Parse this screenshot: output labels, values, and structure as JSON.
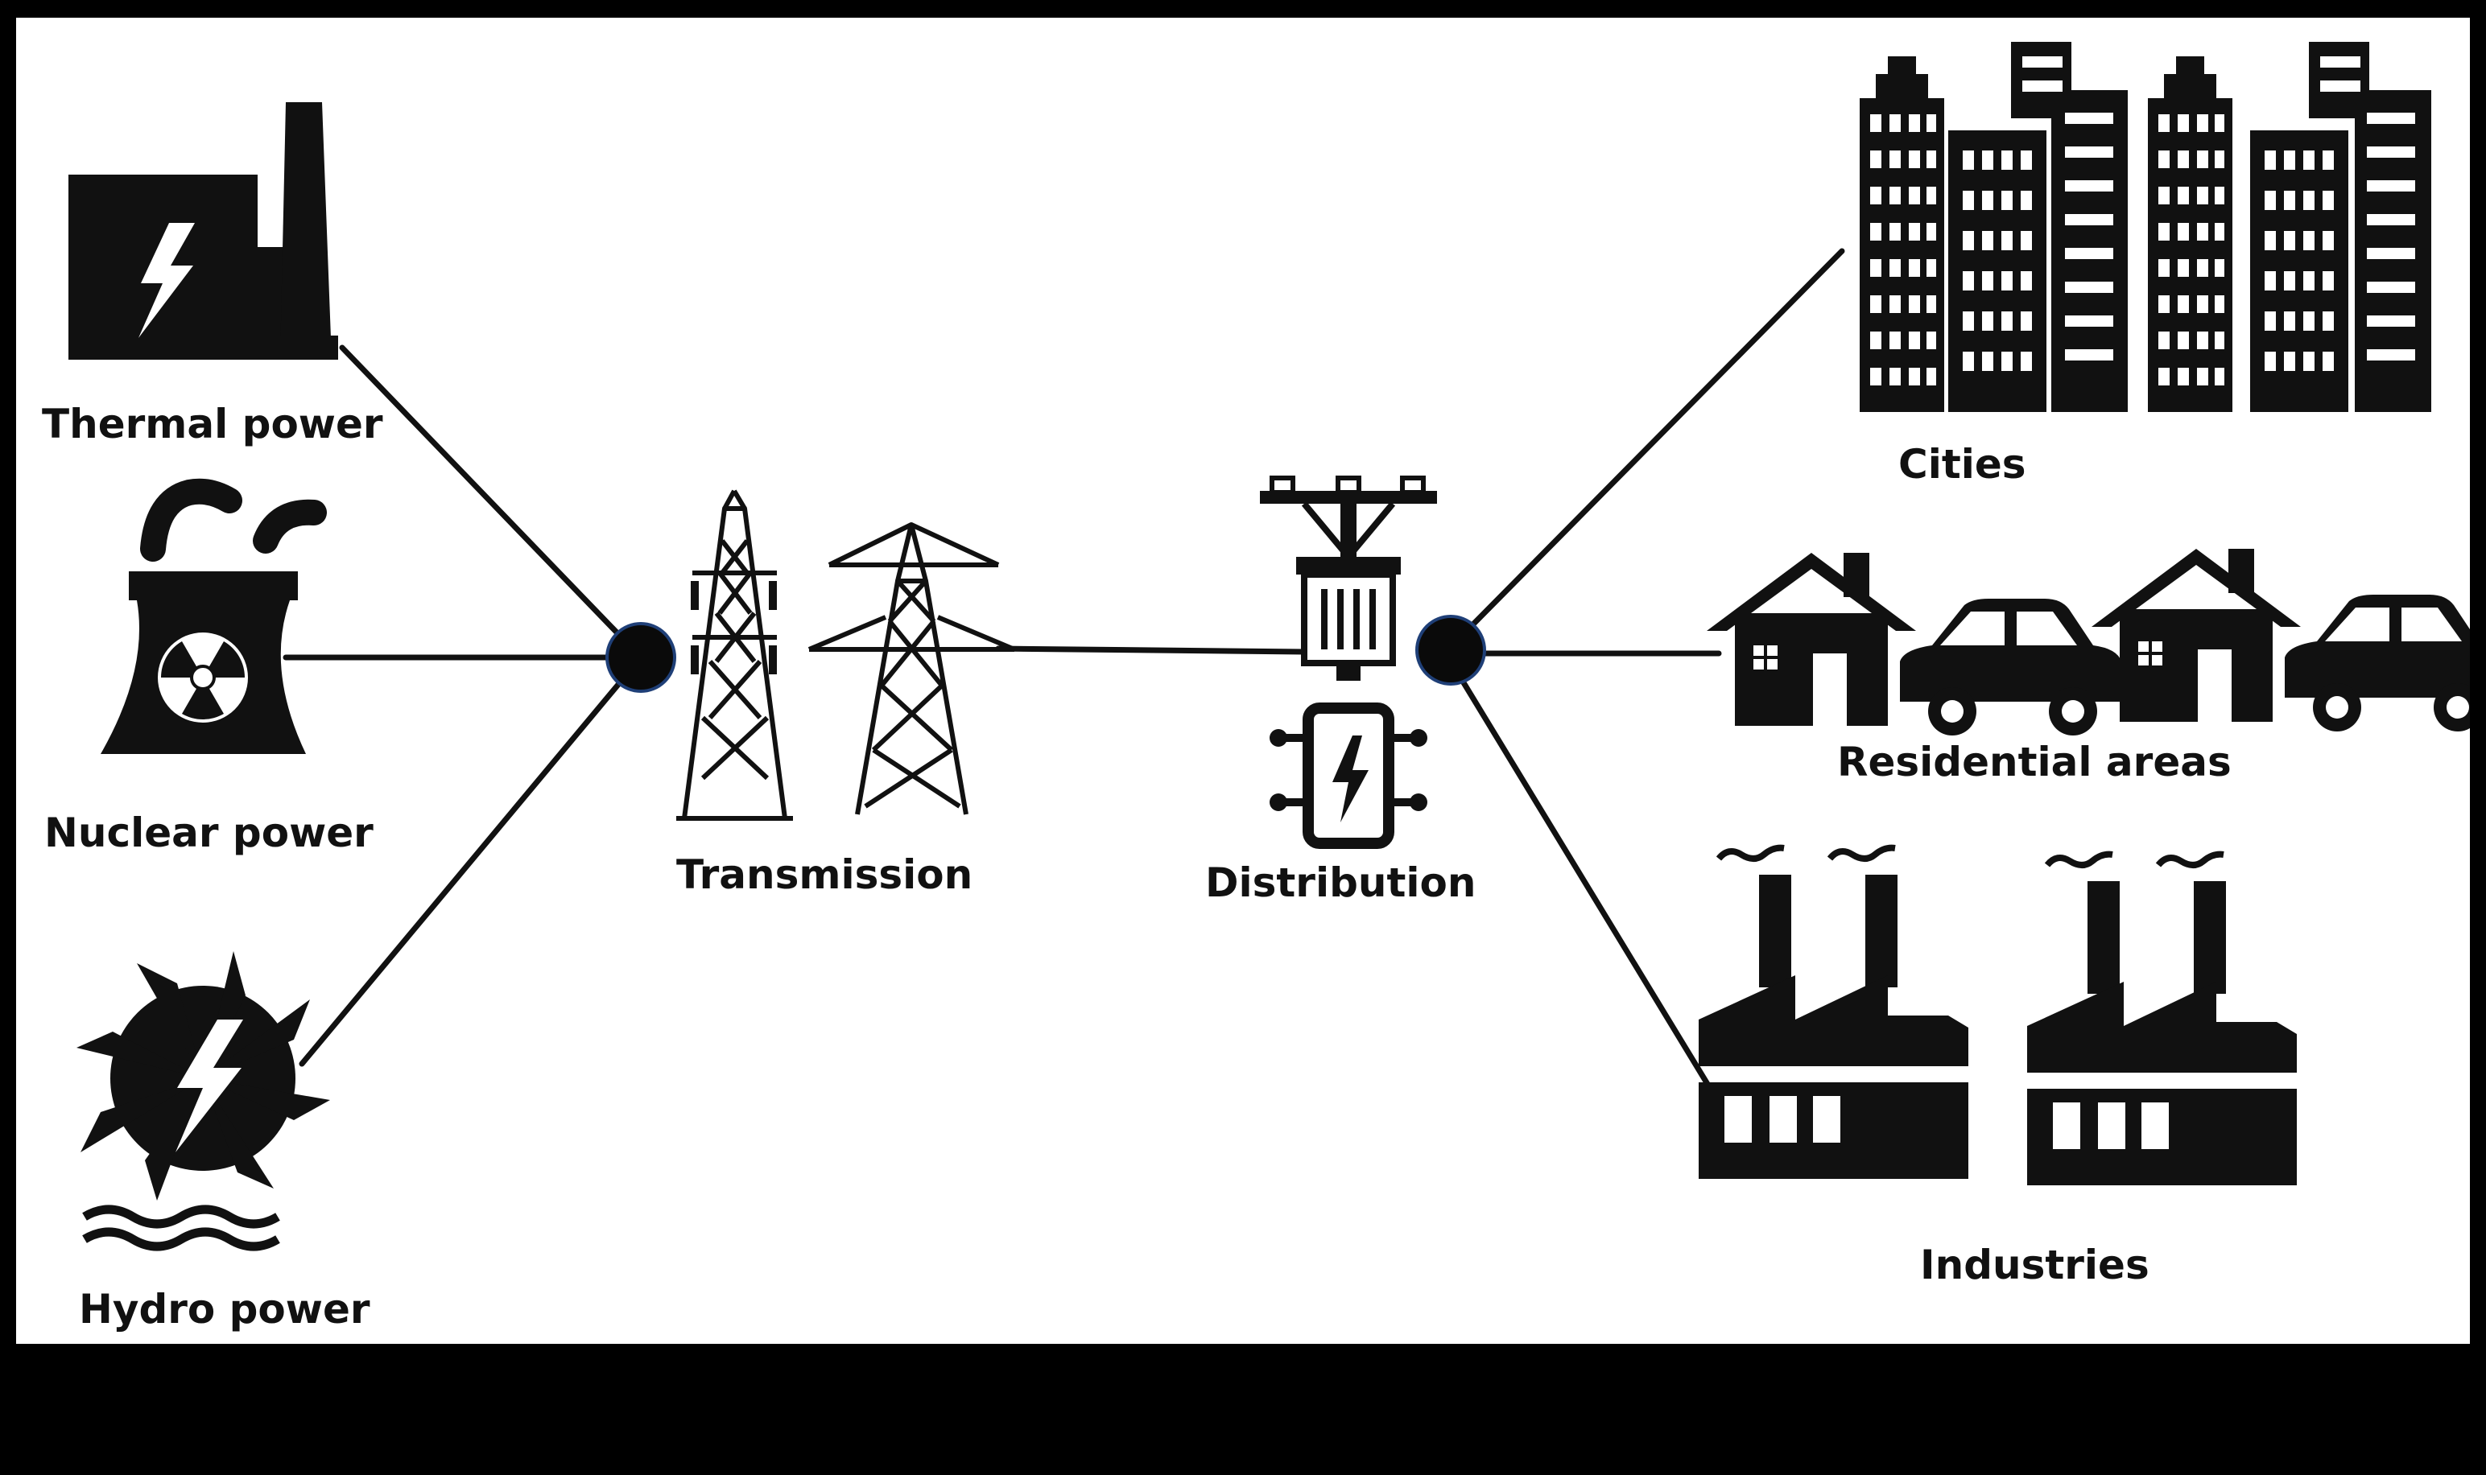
{
  "colors": {
    "frame": "#000000",
    "background": "#ffffff",
    "ink": "#111111",
    "hub_fill": "#0a0a0a",
    "hub_outline": "#1f3f77"
  },
  "sources": [
    {
      "label": "Thermal power",
      "icon": "thermal-power-plant-icon"
    },
    {
      "label": "Nuclear power",
      "icon": "nuclear-cooling-tower-icon"
    },
    {
      "label": "Hydro power",
      "icon": "hydro-turbine-icon"
    }
  ],
  "transmission": {
    "label": "Transmission",
    "icon": "transmission-tower-icon"
  },
  "distribution": {
    "label": "Distribution",
    "icon": "distribution-transformer-icon"
  },
  "consumers": [
    {
      "label": "Cities",
      "icon": "city-buildings-icon"
    },
    {
      "label": "Residential areas",
      "icon": "house-and-car-icon"
    },
    {
      "label": "Industries",
      "icon": "factory-icon"
    }
  ]
}
